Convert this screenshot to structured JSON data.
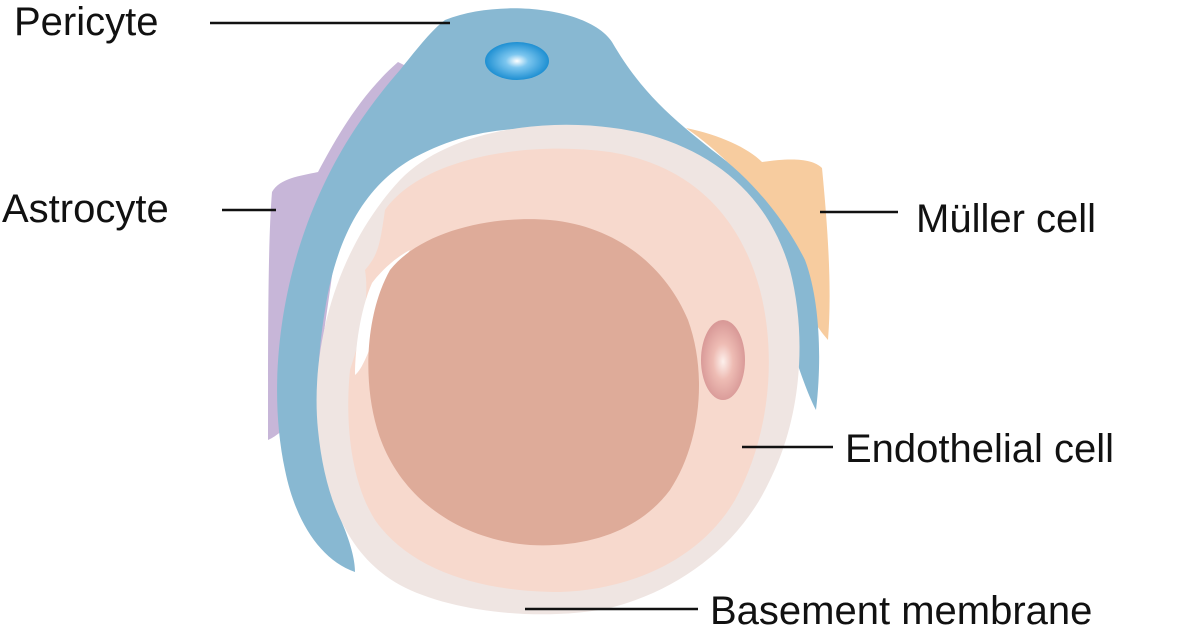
{
  "labels": {
    "pericyte": "Pericyte",
    "astrocyte": "Astrocyte",
    "muller_cell": "Müller cell",
    "endothelial_cell": "Endothelial cell",
    "basement_membrane": "Basement membrane"
  },
  "colors": {
    "pericyte": "#88b8d2",
    "pericyte_nucleus": "#1e8fd2",
    "astrocyte": "#c7b6d8",
    "muller_cell": "#f7cc9f",
    "basement_membrane": "#efe5e2",
    "endothelial_cell": "#f7d9cd",
    "endothelial_nucleus": "#dfa0a0",
    "lumen": "#deab99"
  }
}
